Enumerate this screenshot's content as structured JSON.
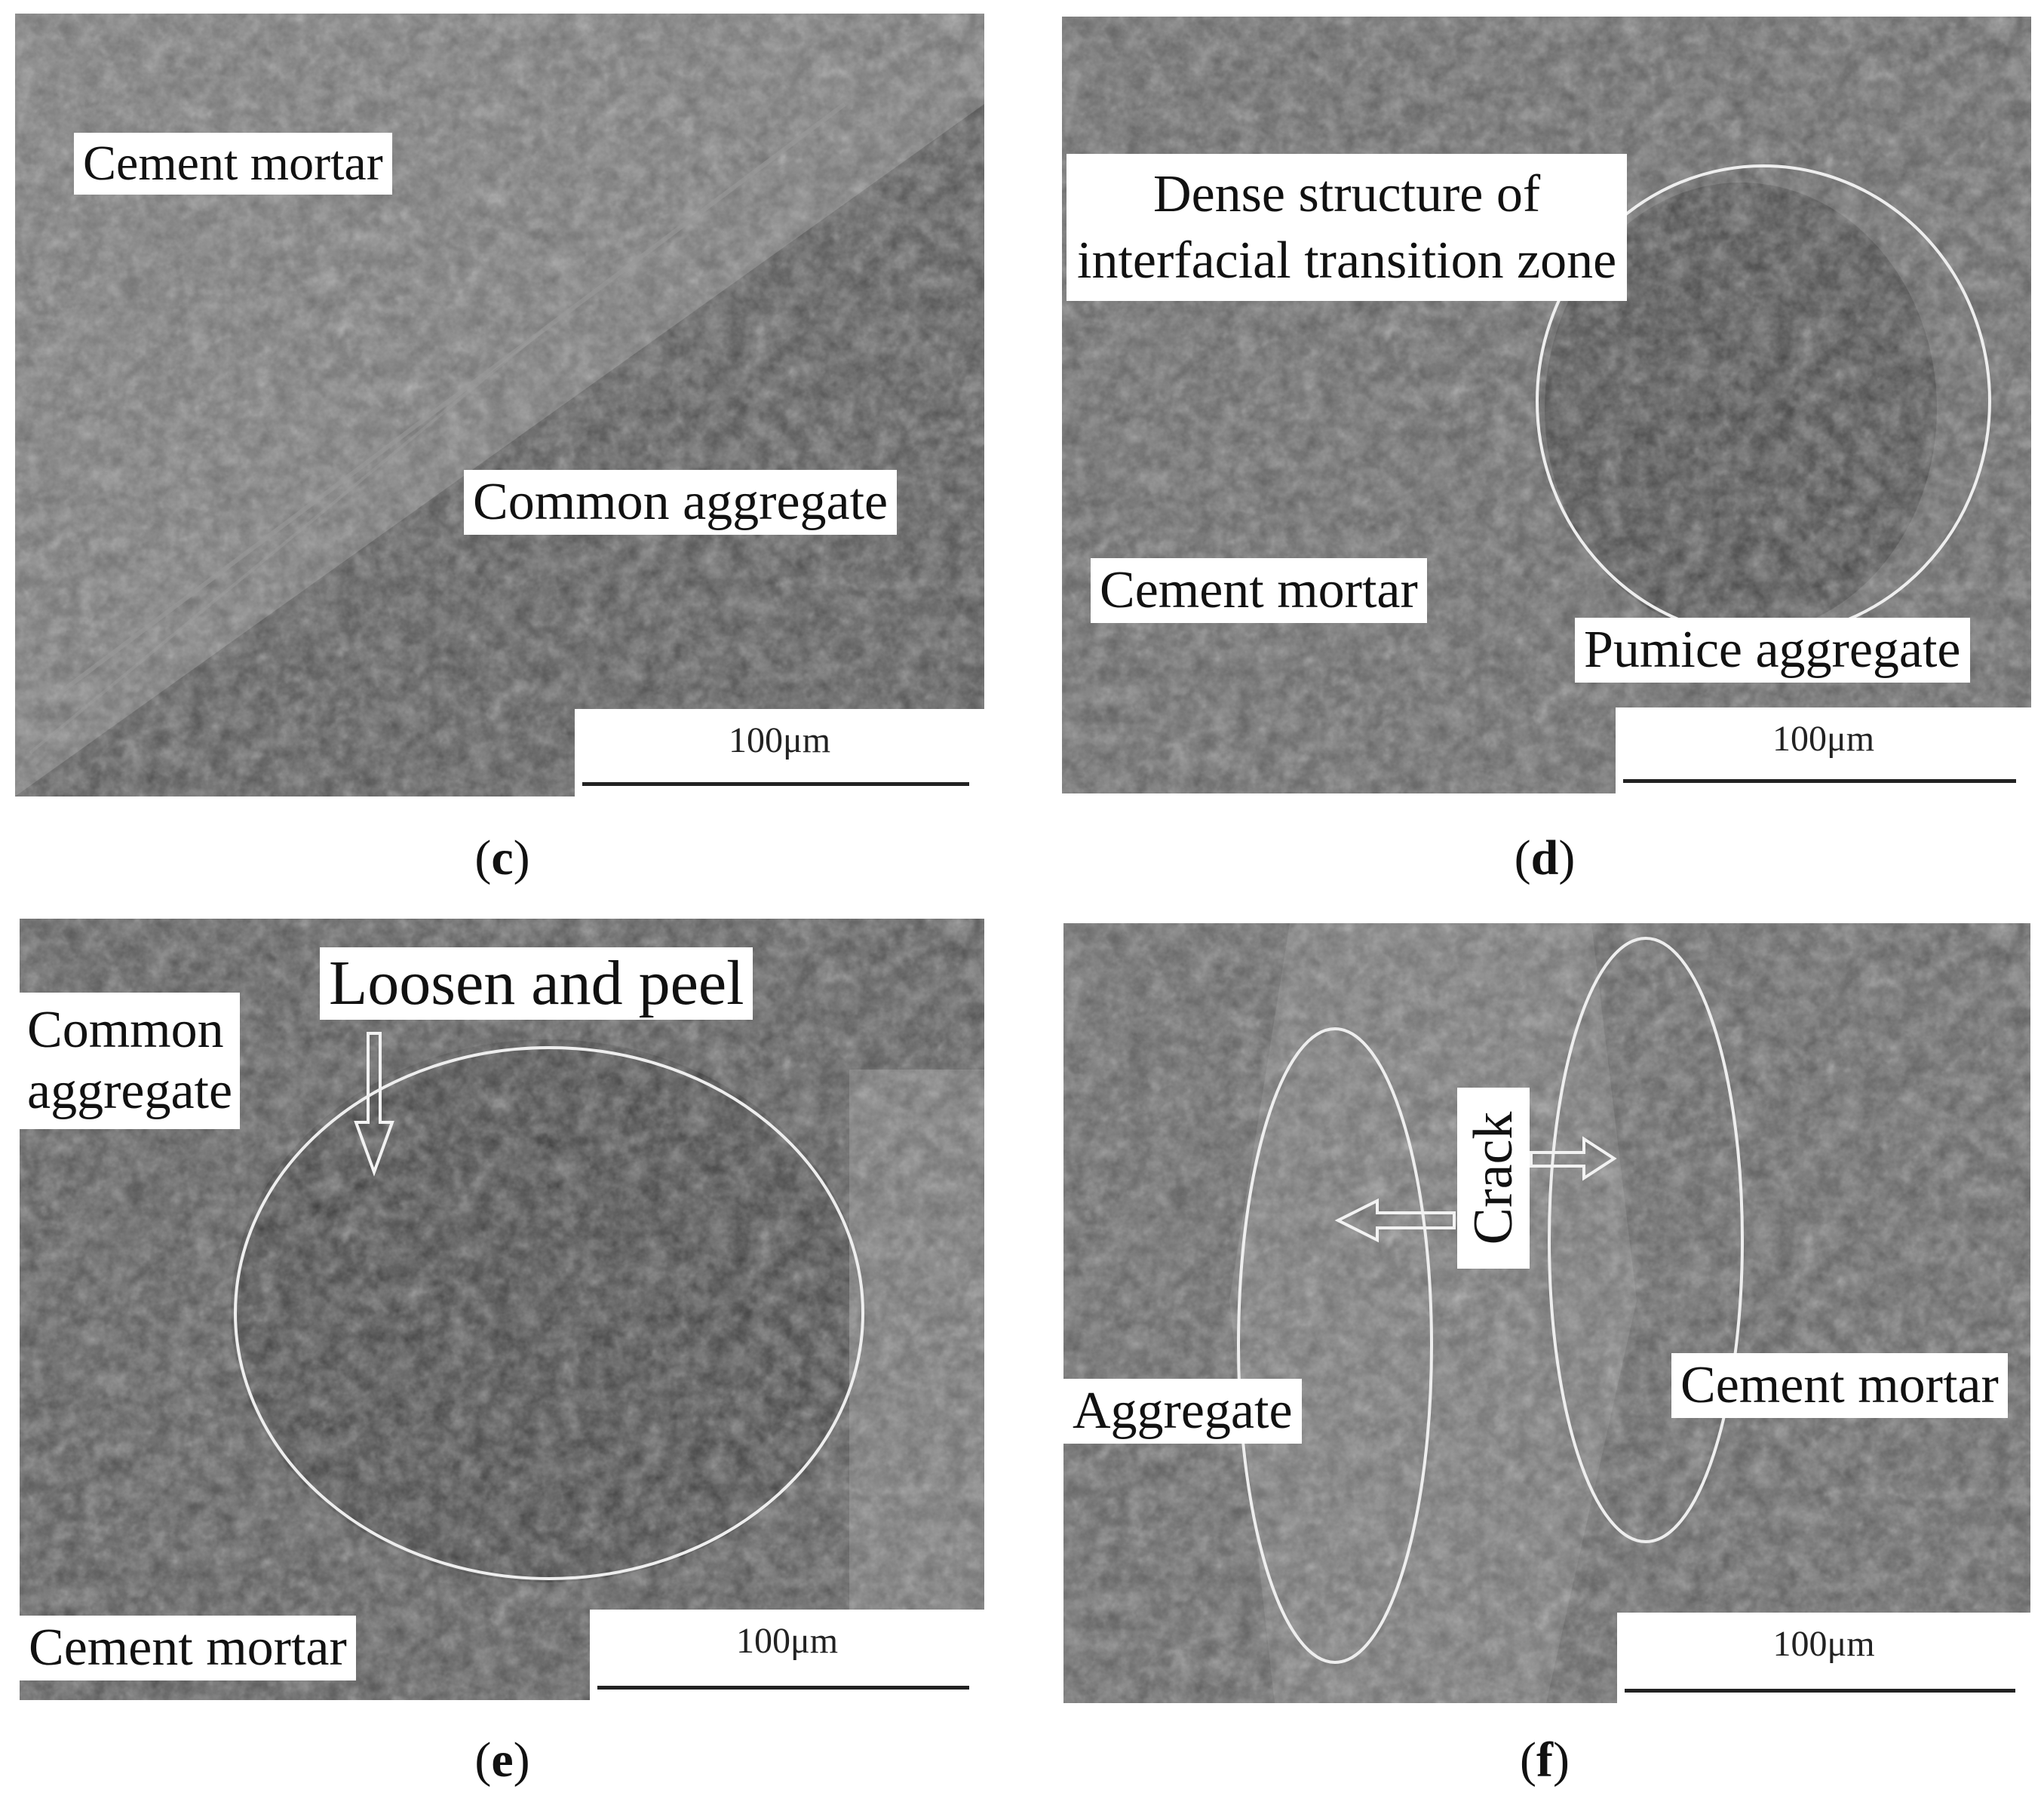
{
  "panels": {
    "c": {
      "caption": "c",
      "labels": {
        "cement_mortar": "Cement mortar",
        "common_aggregate": "Common aggregate"
      },
      "scale_bar": "100μm"
    },
    "d": {
      "caption": "d",
      "labels": {
        "dense_line1": "Dense structure of",
        "dense_line2": "interfacial transition zone",
        "cement_mortar": "Cement mortar",
        "pumice_aggregate": "Pumice aggregate"
      },
      "scale_bar": "100μm"
    },
    "e": {
      "caption": "e",
      "labels": {
        "loosen_and_peel": "Loosen and peel",
        "common_line1": "Common",
        "common_line2": "aggregate",
        "cement_mortar": "Cement mortar"
      },
      "scale_bar": "100μm"
    },
    "f": {
      "caption": "f",
      "labels": {
        "crack": "Crack",
        "aggregate": "Aggregate",
        "cement_mortar": "Cement mortar"
      },
      "scale_bar": "100μm"
    }
  }
}
